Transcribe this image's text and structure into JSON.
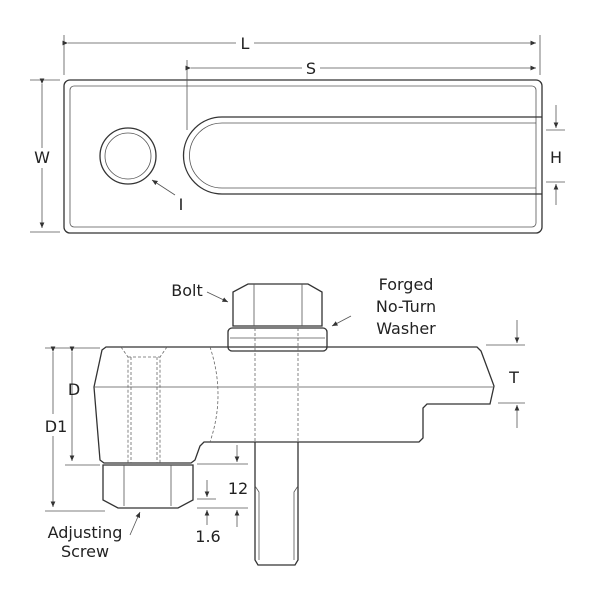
{
  "labels": {
    "L": "L",
    "S": "S",
    "W": "W",
    "H": "H",
    "I": "I",
    "bolt": "Bolt",
    "washer_line1": "Forged",
    "washer_line2": "No-Turn",
    "washer_line3": "Washer",
    "T": "T",
    "D": "D",
    "D1": "D1",
    "dim_12": "12",
    "dim_1_6": "1.6",
    "adjusting_line1": "Adjusting",
    "adjusting_line2": "Screw"
  }
}
